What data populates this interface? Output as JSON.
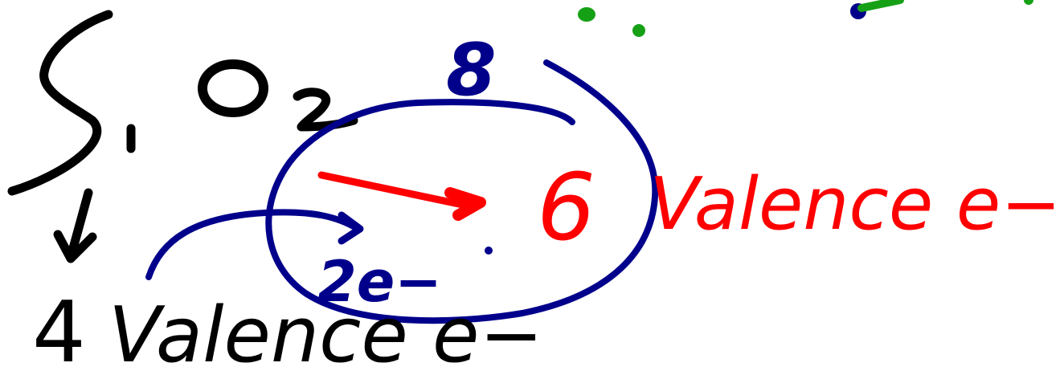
{
  "whiteboard": {
    "colors": {
      "black": "#000000",
      "blue": "#00008b",
      "red": "#ff0000",
      "green": "#16a016"
    },
    "formula": {
      "element": "Si",
      "oxygen": "O",
      "subscript": "2"
    },
    "oxygen_shell_count": "8",
    "oxygen_valence_number": "6",
    "oxygen_valence_text": "Valence e−",
    "shared_electrons": "2e−",
    "silicon_valence_number": "4",
    "silicon_valence_text": "Valence e−"
  }
}
